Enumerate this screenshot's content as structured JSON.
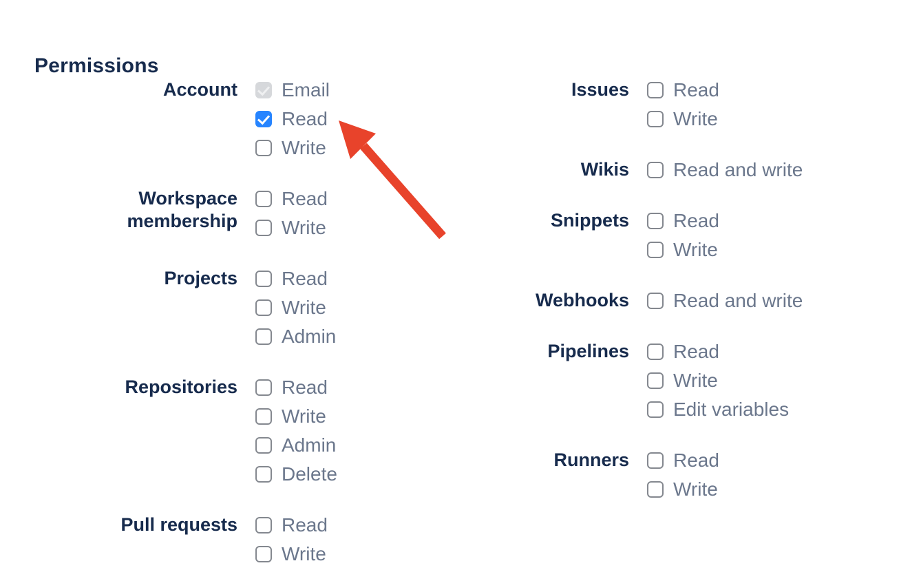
{
  "heading": "Permissions",
  "columns": {
    "left": [
      {
        "label": "Account",
        "options": [
          {
            "label": "Email",
            "state": "checked-disabled"
          },
          {
            "label": "Read",
            "state": "checked"
          },
          {
            "label": "Write",
            "state": "unchecked"
          }
        ]
      },
      {
        "label": "Workspace membership",
        "options": [
          {
            "label": "Read",
            "state": "unchecked"
          },
          {
            "label": "Write",
            "state": "unchecked"
          }
        ]
      },
      {
        "label": "Projects",
        "options": [
          {
            "label": "Read",
            "state": "unchecked"
          },
          {
            "label": "Write",
            "state": "unchecked"
          },
          {
            "label": "Admin",
            "state": "unchecked"
          }
        ]
      },
      {
        "label": "Repositories",
        "options": [
          {
            "label": "Read",
            "state": "unchecked"
          },
          {
            "label": "Write",
            "state": "unchecked"
          },
          {
            "label": "Admin",
            "state": "unchecked"
          },
          {
            "label": "Delete",
            "state": "unchecked"
          }
        ]
      },
      {
        "label": "Pull requests",
        "options": [
          {
            "label": "Read",
            "state": "unchecked"
          },
          {
            "label": "Write",
            "state": "unchecked"
          }
        ]
      }
    ],
    "right": [
      {
        "label": "Issues",
        "options": [
          {
            "label": "Read",
            "state": "unchecked"
          },
          {
            "label": "Write",
            "state": "unchecked"
          }
        ]
      },
      {
        "label": "Wikis",
        "options": [
          {
            "label": "Read and write",
            "state": "unchecked"
          }
        ]
      },
      {
        "label": "Snippets",
        "options": [
          {
            "label": "Read",
            "state": "unchecked"
          },
          {
            "label": "Write",
            "state": "unchecked"
          }
        ]
      },
      {
        "label": "Webhooks",
        "options": [
          {
            "label": "Read and write",
            "state": "unchecked"
          }
        ]
      },
      {
        "label": "Pipelines",
        "options": [
          {
            "label": "Read",
            "state": "unchecked"
          },
          {
            "label": "Write",
            "state": "unchecked"
          },
          {
            "label": "Edit variables",
            "state": "unchecked"
          }
        ]
      },
      {
        "label": "Runners",
        "options": [
          {
            "label": "Read",
            "state": "unchecked"
          },
          {
            "label": "Write",
            "state": "unchecked"
          }
        ]
      }
    ]
  },
  "annotation": {
    "color": "#E8432B",
    "points_to": "checkbox-account-read"
  },
  "colors": {
    "heading_text": "#172B4D",
    "group_label_text": "#172B4D",
    "option_label_text": "#6B778C",
    "checkbox_checked_bg": "#2684FF",
    "checkbox_disabled_bg": "#D6D8DB",
    "checkbox_border": "#84888F",
    "background": "#ffffff"
  }
}
